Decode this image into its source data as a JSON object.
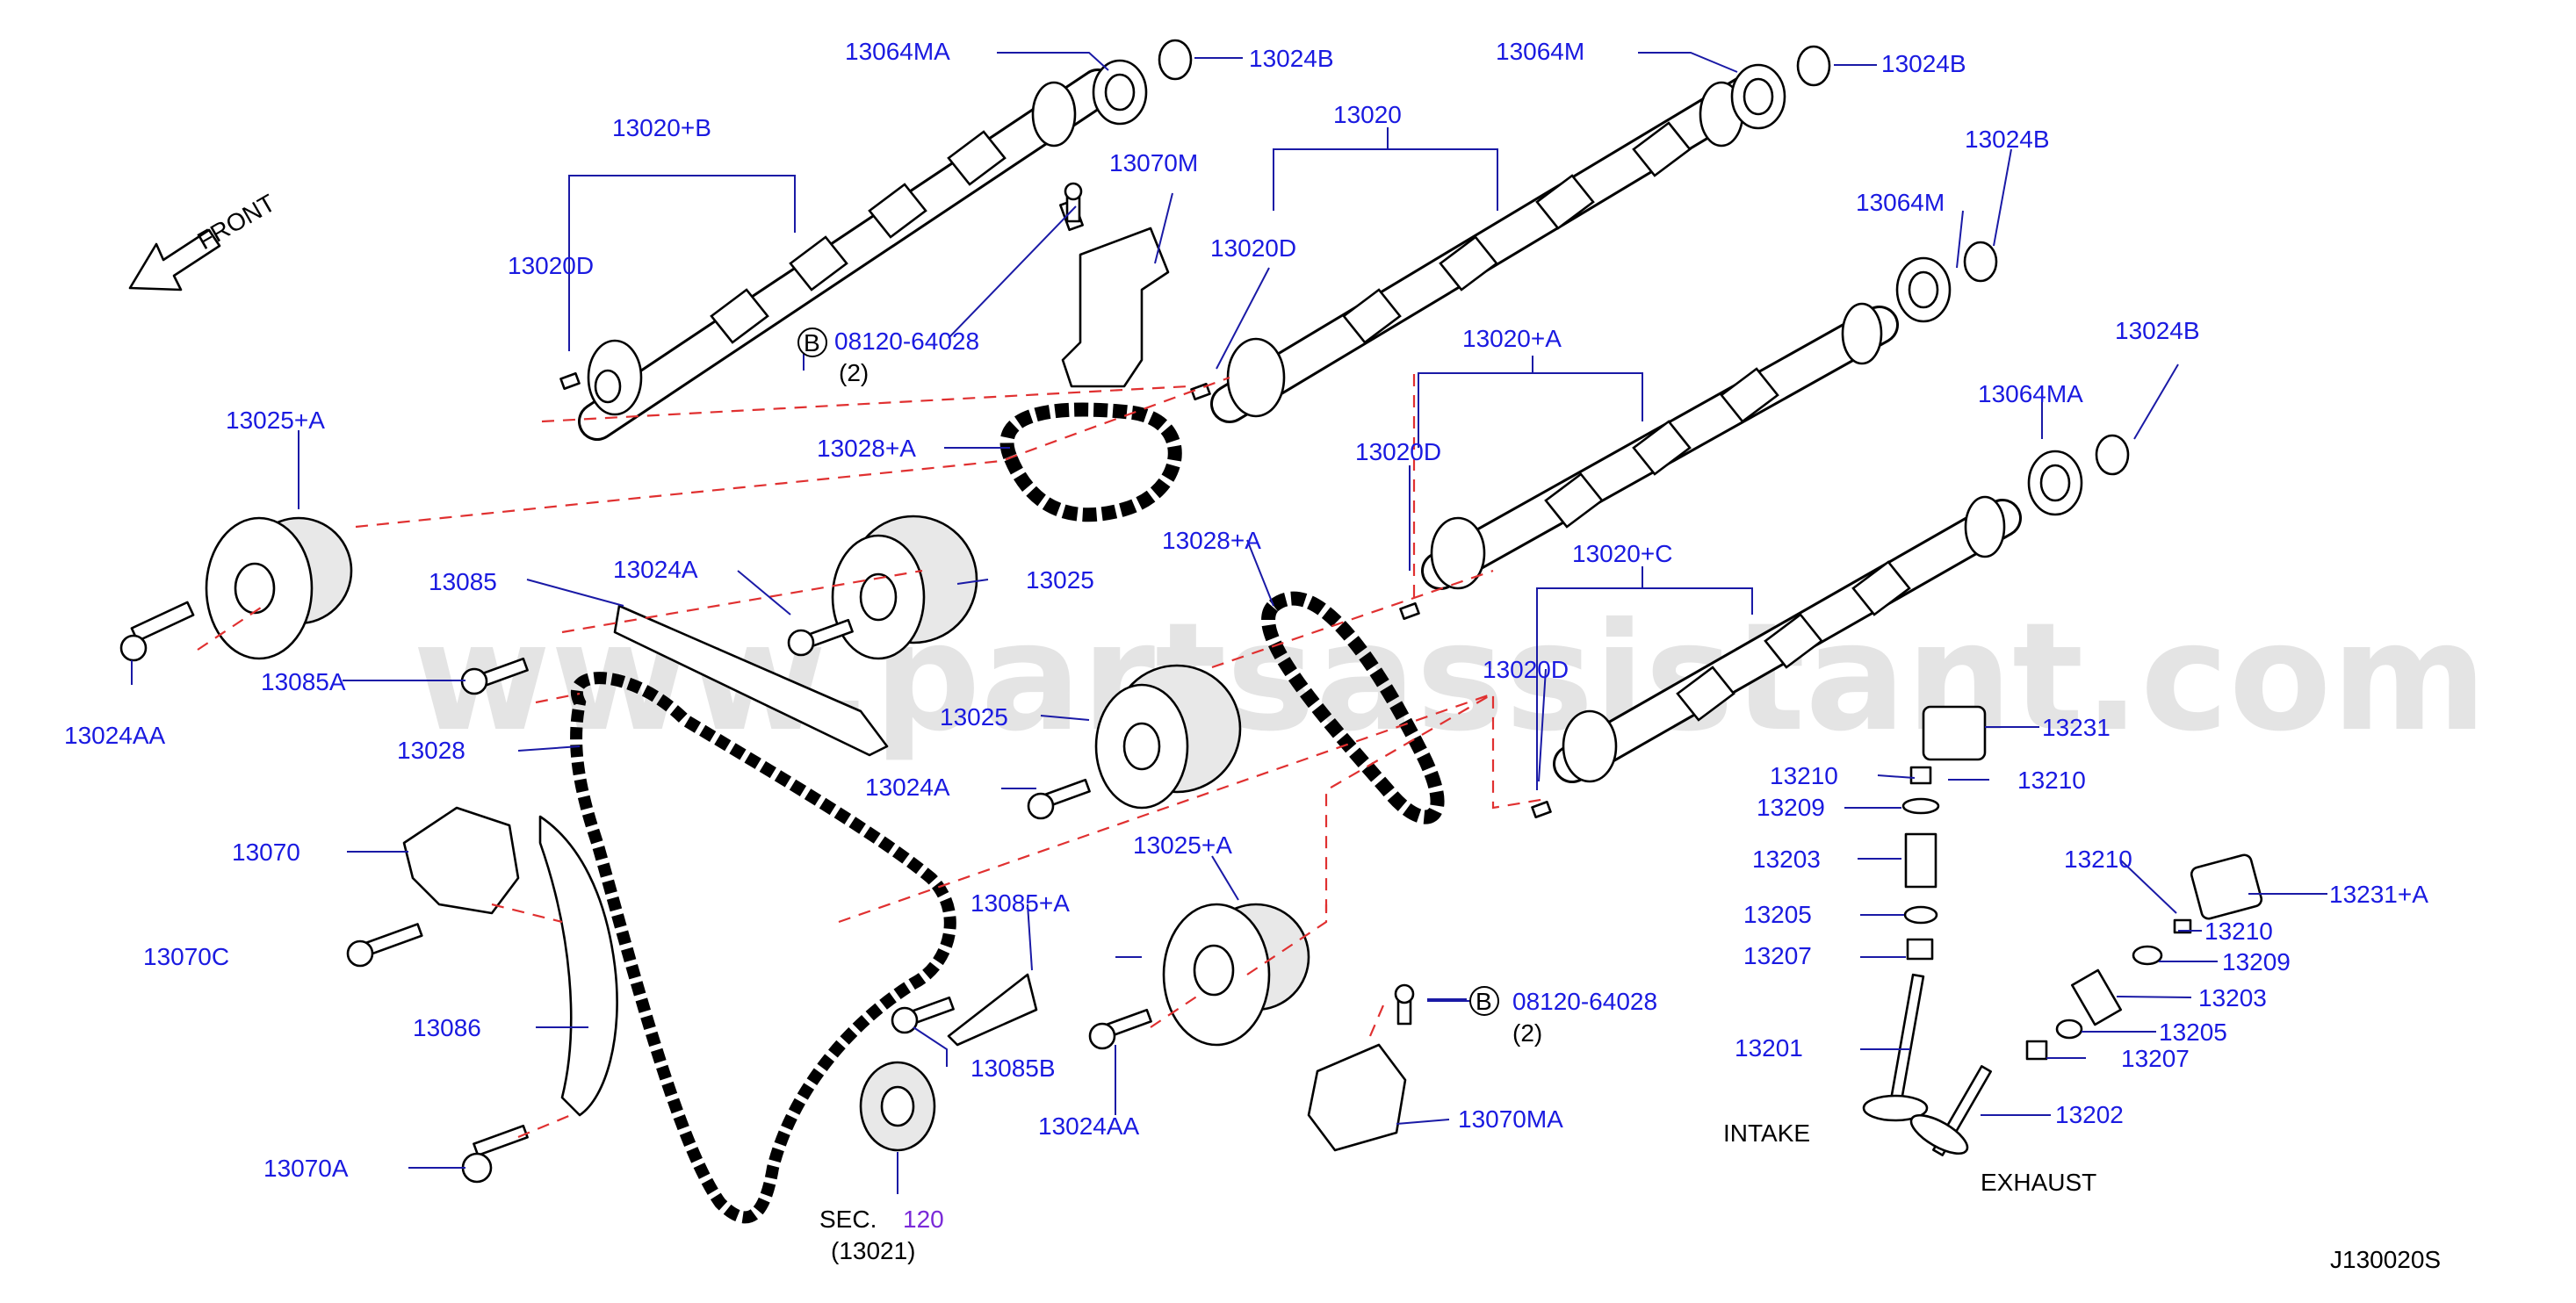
{
  "watermark": "www.partsassistant.com",
  "front_label": "FRONT",
  "diagram_code": "J130020S",
  "labels": {
    "l13064MA_top": "13064MA",
    "l13024B_1": "13024B",
    "l13064M_top": "13064M",
    "l13024B_2": "13024B",
    "l13020": "13020",
    "l13020B": "13020+B",
    "l13070M": "13070M",
    "l13024B_3": "13024B",
    "l13064M_right": "13064M",
    "l13020D_1": "13020D",
    "l13020D_2": "13020D",
    "l08120_top": "08120-64028",
    "l08120_top_qty": "(2)",
    "l13020A": "13020+A",
    "l13024B_4": "13024B",
    "l13025A_left": "13025+A",
    "l13028A_top": "13028+A",
    "l13064MA_right": "13064MA",
    "l13020D_3": "13020D",
    "l13085": "13085",
    "l13024A_top": "13024A",
    "l13025_top": "13025",
    "l13028A_mid": "13028+A",
    "l13020C": "13020+C",
    "l13085A": "13085A",
    "l13020D_4": "13020D",
    "l13024AA_left": "13024AA",
    "l13025_mid": "13025",
    "l13231": "13231",
    "l13028": "13028",
    "l13210_1": "13210",
    "l13210_2": "13210",
    "l13024A_mid": "13024A",
    "l13209_1": "13209",
    "l13070": "13070",
    "l13025A_bot": "13025+A",
    "l13203_1": "13203",
    "l13210_3": "13210",
    "l13231A": "13231+A",
    "l13085A_plus": "13085+A",
    "l13205_1": "13205",
    "l13210_4": "13210",
    "l13070C": "13070C",
    "l13207_1": "13207",
    "l13209_2": "13209",
    "l08120_bot": "08120-64028",
    "l08120_bot_qty": "(2)",
    "l13203_2": "13203",
    "l13086": "13086",
    "l13205_2": "13205",
    "l13085B": "13085B",
    "l13201": "13201",
    "l13207_2": "13207",
    "l13024AA_bot": "13024AA",
    "l13070MA": "13070MA",
    "l13202": "13202",
    "l13070A": "13070A",
    "intake": "INTAKE",
    "exhaust": "EXHAUST",
    "sec_prefix": "SEC.",
    "sec_number": "120",
    "sec_part": "(13021)",
    "bolt_marker": "B"
  },
  "colors": {
    "label_blue": "#1a1ae0",
    "leader_blue": "#1a1aa6",
    "dash_red": "#e03030",
    "sec_purple": "#7a2ad8"
  }
}
